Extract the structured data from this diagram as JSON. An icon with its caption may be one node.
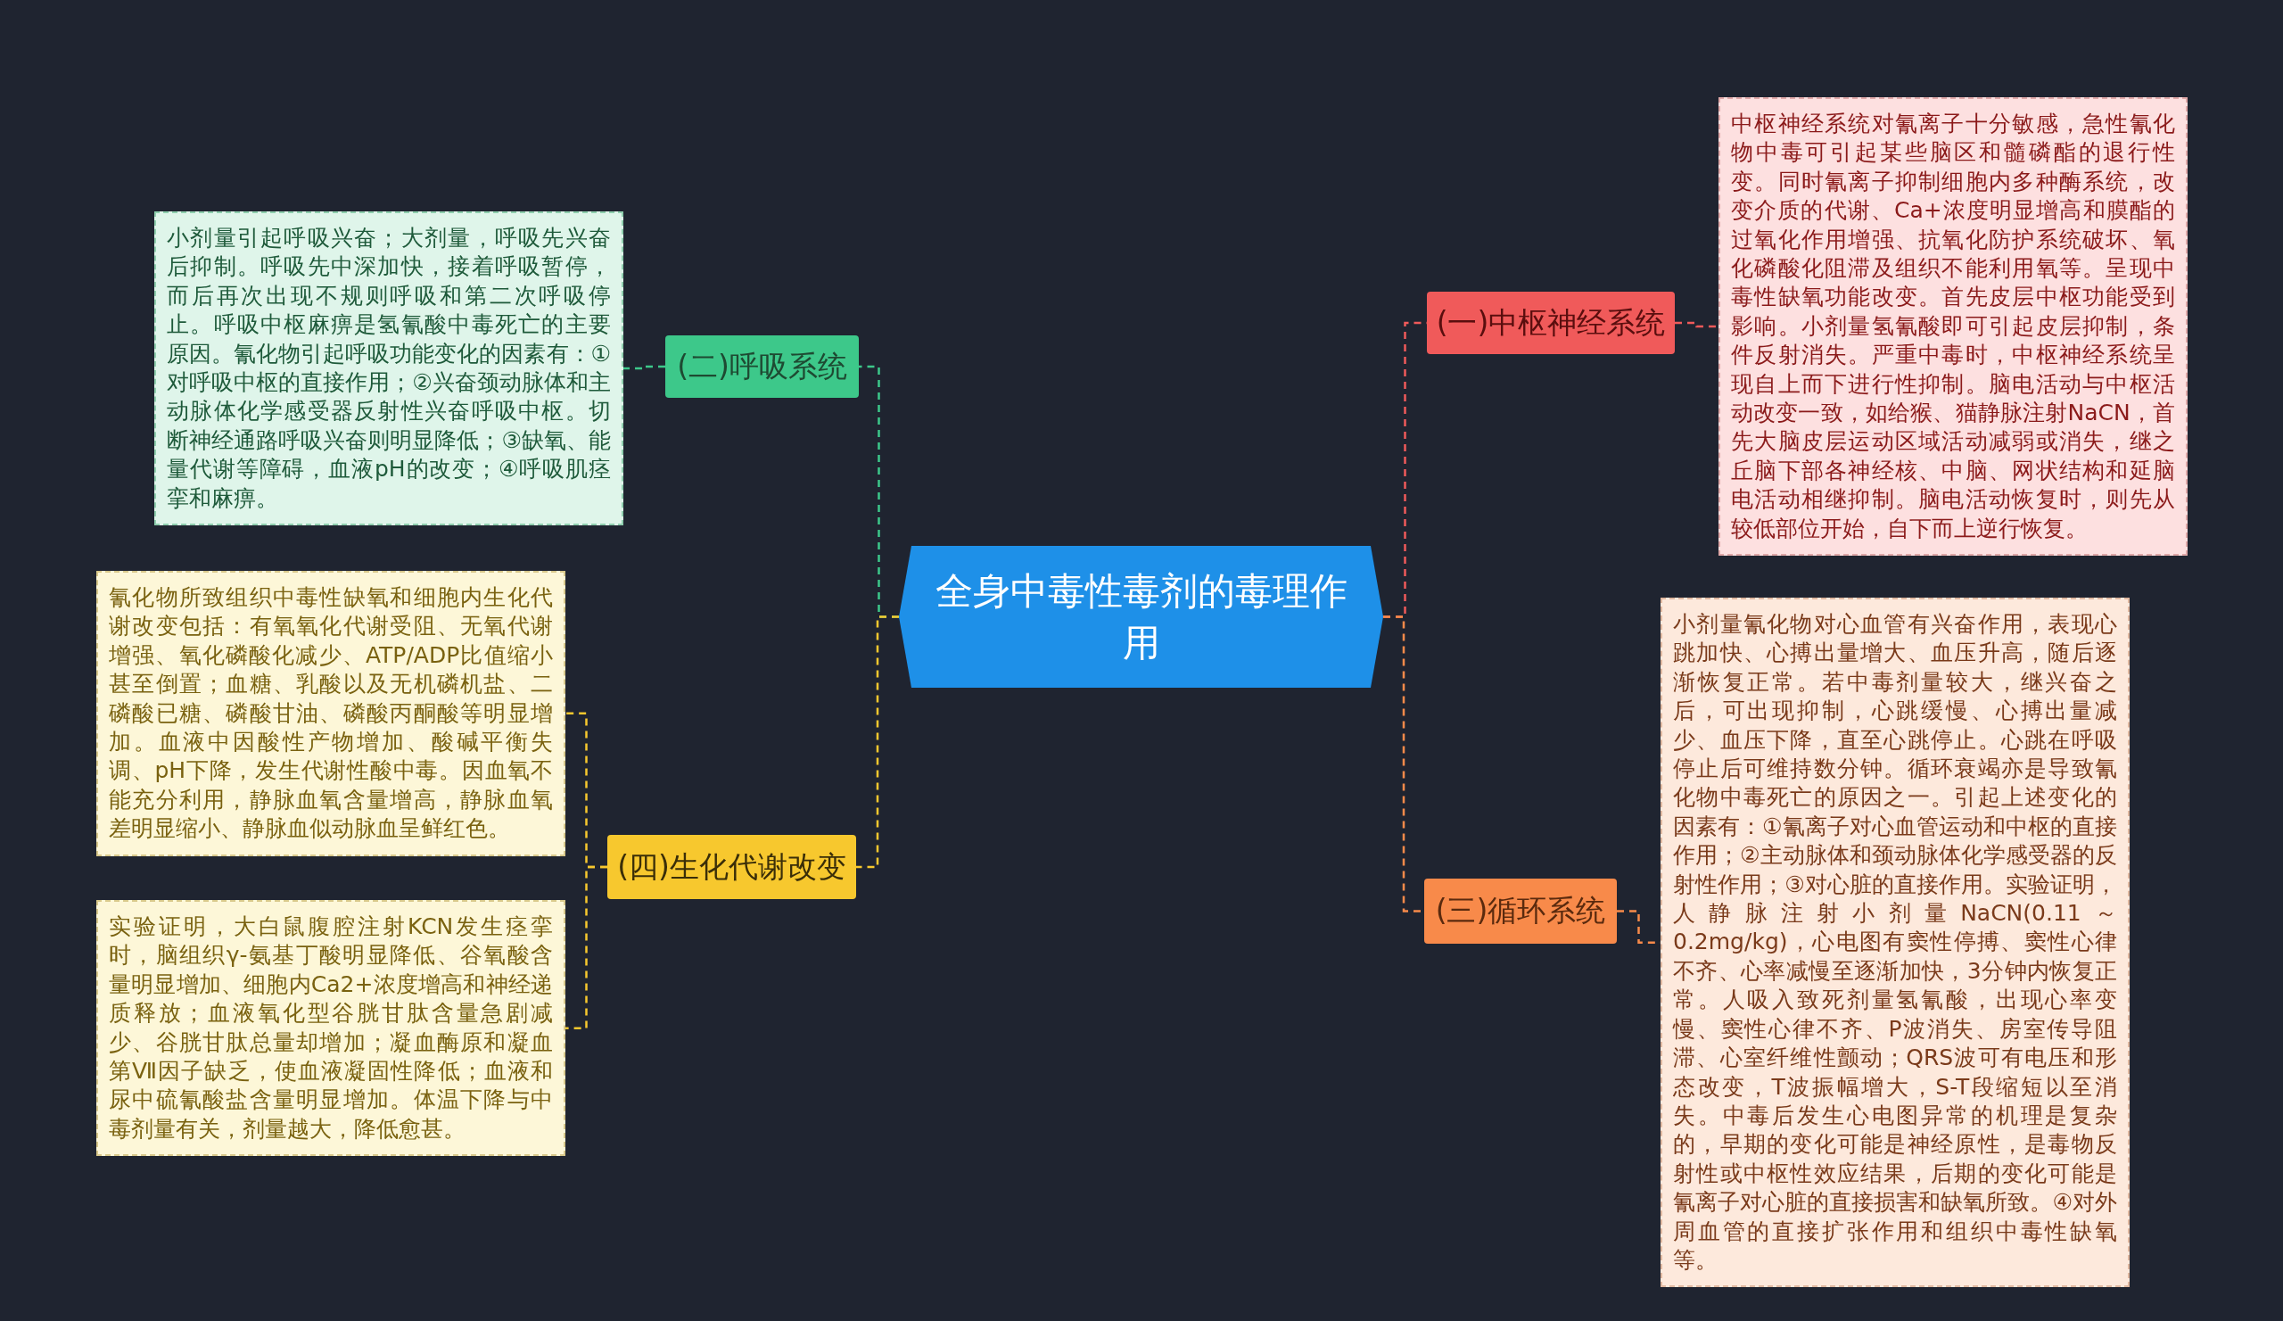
{
  "diagram": {
    "nodes": [
      {
        "text": [
          "全身中毒性毒剂的毒理作用"
        ]
      },
      {
        "text": [
          "(二)呼吸系统"
        ]
      },
      {
        "text": [
          "小剂量引起呼吸兴奋；大剂量，呼吸先兴奋后抑制。呼吸先中深加快，接着呼吸暂停，而后再次出现不规则呼吸和第二次呼吸停止。呼吸中枢麻痹是氢氰酸中毒死亡的主要原因。氰化物引起呼吸功能变化的因素有：①对呼吸中枢的直接作用；②兴奋颈动脉体和主动脉体化学感受器反射性兴奋呼吸中枢。切断神经通路呼吸兴奋则明显降低；③缺氧、能量代谢等障碍，血液pH的改变；④呼吸肌痉挛和麻痹。"
        ]
      },
      {
        "text": [
          "(四)生化代谢改变"
        ]
      },
      {
        "text": [
          "氰化物所致组织中毒性缺氧和细胞内生化代谢改变包括：有氧氧化代谢受阻、无氧代谢增强、氧化磷酸化减少、ATP/ADP比值缩小甚至倒置；血糖、乳酸以及无机磷机盐、二磷酸已糖、磷酸甘油、磷酸丙酮酸等明显增加。血液中因酸性产物增加、酸碱平衡失调、pH下降，发生代谢性酸中毒。因血氧不能充分利用，静脉血氧含量增高，静脉血氧差明显缩小、静脉血似动脉血呈鲜红色。"
        ]
      },
      {
        "text": [
          "实验证明，大白鼠腹腔注射KCN发生痉挛时，脑组织γ-氨基丁酸明显降低、谷氧酸含量明显增加、细胞内Ca2+浓度增高和神经递质释放；血液氧化型谷胱甘肽含量急剧减少、谷胱甘肽总量却增加；凝血酶原和凝血第Ⅶ因子缺乏，使血液凝固性降低；血液和尿中硫氰酸盐含量明显增加。体温下降与中毒剂量有关，剂量越大，降低愈甚。"
        ]
      },
      {
        "text": [
          "(一)中枢神经系统"
        ]
      },
      {
        "text": [
          "中枢神经系统对氰离子十分敏感，急性氰化物中毒可引起某些脑区和髓磷酯的退行性变。同时氰离子抑制细胞内多种酶系统，改变介质的代谢、Ca+浓度明显增高和膜酯的过氧化作用增强、抗氧化防护系统破坏、氧化磷酸化阻滞及组织不能利用氧等。呈现中毒性缺氧功能改变。首先皮层中枢功能受到影响。小剂量氢氰酸即可引起皮层抑制，条件反射消失。严重中毒时，中枢神经系统呈现自上而下进行性抑制。脑电活动与中枢活动改变一致，如给猴、猫静脉注射NaCN，首先大脑皮层运动区域活动减弱或消失，继之丘脑下部各神经核、中脑、网状结构和延脑电活动相继抑制。脑电活动恢复时，则先从较低部位开始，自下而上逆行恢复。"
        ]
      },
      {
        "text": [
          "(三)循环系统"
        ]
      },
      {
        "text": [
          "小剂量氰化物对心血管有兴奋作用，表现心跳加快、心搏出量增大、血压升高，随后逐渐恢复正常。若中毒剂量较大，继兴奋之后，可出现抑制，心跳缓慢、心搏出量减少、血压下降，直至心跳停止。心跳在呼吸停止后可维持数分钟。循环衰竭亦是导致氰化物中毒死亡的原因之一。引起上述变化的因素有：①氰离子对心血管运动和中枢的直接作用；②主动脉体和颈动脉体化学感受器的反射性作用；③对心脏的直接作用。实验证明，人静脉注射小剂量NaCN(0.11～0.2mg/kg)，心电图有窦性停搏、窦性心律不齐、心率减慢至逐渐加快，3分钟内恢复正常。人吸入致死剂量氢氰酸，出现心率变慢、窦性心律不齐、P波消失、房室传导阻滞、心室纤维性颤动；QRS波可有电压和形态改变，T波振幅增大，S-T段缩短以至消失。中毒后发生心电图异常的机理是复杂的，早期的变化可能是神经原性，是毒物反射性或中枢性效应结果，后期的变化可能是氰离子对心脏的直接损害和缺氧所致。④对外周血管的直接扩张作用和组织中毒性缺氧等。"
        ]
      }
    ],
    "edges": [
      {
        "from": 0,
        "to": 1,
        "arrow": "none",
        "style": "dashed",
        "color": "#3dc88a"
      },
      {
        "from": 1,
        "to": 2,
        "arrow": "none",
        "style": "dashed",
        "color": "#3dc88a"
      },
      {
        "from": 0,
        "to": 3,
        "arrow": "none",
        "style": "dashed",
        "color": "#f7c82e"
      },
      {
        "from": 3,
        "to": 4,
        "arrow": "none",
        "style": "dashed",
        "color": "#f7c82e"
      },
      {
        "from": 3,
        "to": 5,
        "arrow": "none",
        "style": "dashed",
        "color": "#f7c82e"
      },
      {
        "from": 0,
        "to": 6,
        "arrow": "none",
        "style": "dashed",
        "color": "#f05a5a"
      },
      {
        "from": 6,
        "to": 7,
        "arrow": "none",
        "style": "dashed",
        "color": "#f05a5a"
      },
      {
        "from": 0,
        "to": 8,
        "arrow": "none",
        "style": "dashed",
        "color": "#f88a4a"
      },
      {
        "from": 8,
        "to": 9,
        "arrow": "none",
        "style": "dashed",
        "color": "#f88a4a"
      }
    ]
  }
}
